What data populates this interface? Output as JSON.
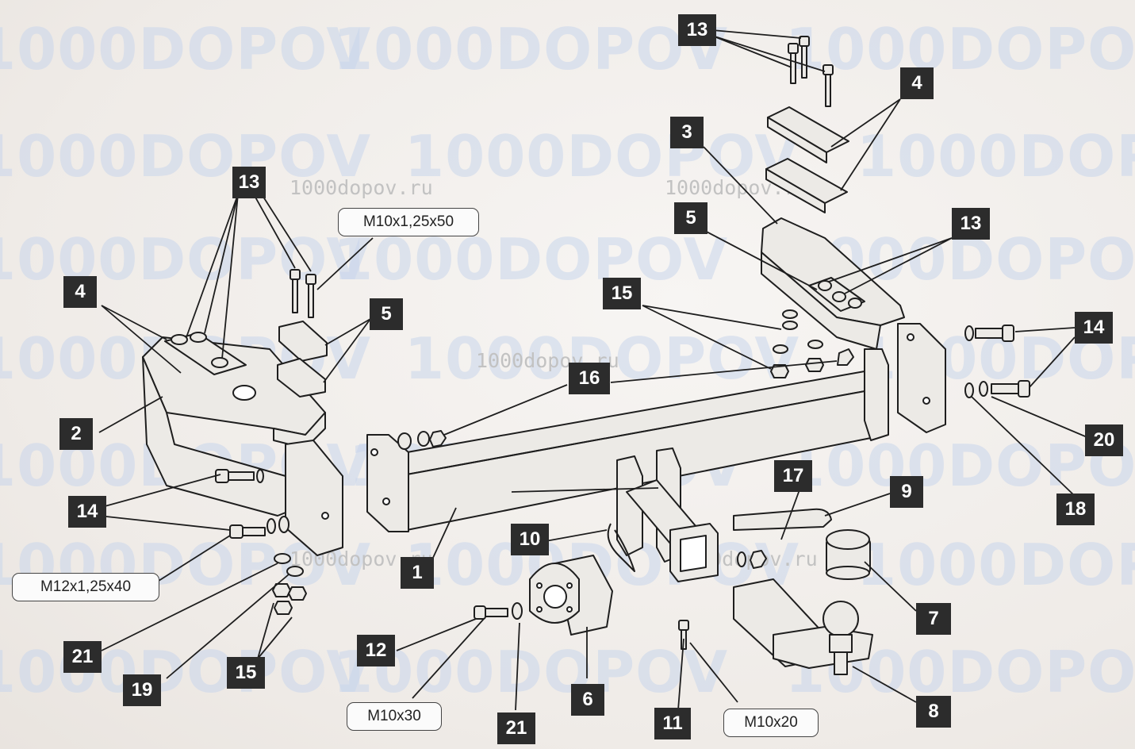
{
  "watermarks": {
    "big": "1000DOPOV",
    "url": "1000dopov.ru"
  },
  "callouts": {
    "c13a": "13",
    "c4a": "4",
    "c5a": "5",
    "c2": "2",
    "c14a": "14",
    "c21a": "21",
    "c19": "19",
    "c15a": "15",
    "c1": "1",
    "c16": "16",
    "c12": "12",
    "c10": "10",
    "c6": "6",
    "c21b": "21",
    "c11": "11",
    "c13b": "13",
    "c4b": "4",
    "c3": "3",
    "c5b": "5",
    "c13c": "13",
    "c15b": "15",
    "c14b": "14",
    "c20": "20",
    "c18": "18",
    "c17": "17",
    "c9": "9",
    "c7": "7",
    "c8": "8"
  },
  "specs": {
    "bolt_top": "M10x1,25x50",
    "bolt_side": "M12x1,25x40",
    "bolt_socket": "M10x30",
    "bolt_bottom": "M10x20"
  },
  "colors": {
    "callout_bg": "#2c2c2c",
    "line": "#1e1e1e",
    "part_fill": "#eceae6"
  }
}
